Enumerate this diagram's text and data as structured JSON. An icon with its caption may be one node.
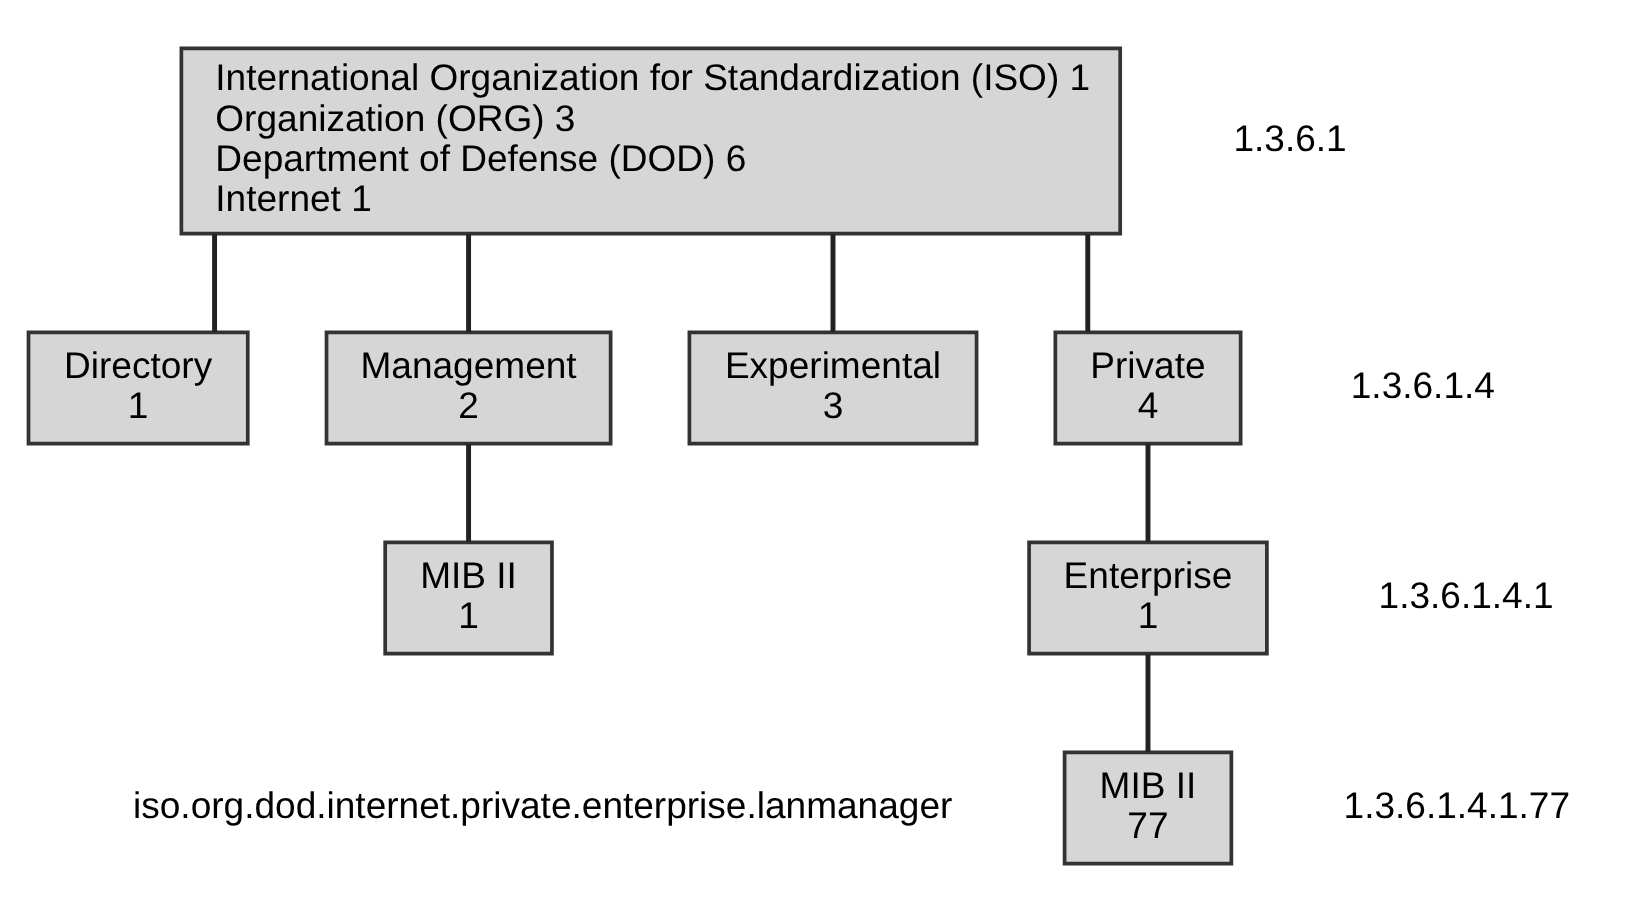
{
  "diagram": {
    "nodes": [
      {
        "text": [
          "International Organization for Standardization (ISO) 1",
          "Organization (ORG) 3",
          "Department of Defense (DOD) 6",
          "Internet 1"
        ],
        "beside": [
          "1.3.6.1"
        ]
      },
      {
        "text": [
          "Directory",
          "1"
        ]
      },
      {
        "text": [
          "Management",
          "2"
        ]
      },
      {
        "text": [
          "Experimental",
          "3"
        ]
      },
      {
        "text": [
          "Private",
          "4"
        ],
        "beside": [
          "1.3.6.1.4"
        ]
      },
      {
        "text": [
          "MIB II",
          "1"
        ]
      },
      {
        "text": [
          "Enterprise",
          "1"
        ],
        "beside": [
          "1.3.6.1.4.1"
        ]
      },
      {
        "text": [
          "MIB II",
          "77"
        ],
        "beside": [
          "iso.org.dod.internet.private.enterprise.lanmanager",
          "1.3.6.1.4.1.77"
        ]
      }
    ],
    "edges": [
      {
        "from": 0,
        "to": 1,
        "arrow": "none"
      },
      {
        "from": 0,
        "to": 2,
        "arrow": "none"
      },
      {
        "from": 0,
        "to": 3,
        "arrow": "none"
      },
      {
        "from": 0,
        "to": 4,
        "arrow": "none"
      },
      {
        "from": 2,
        "to": 5,
        "arrow": "none"
      },
      {
        "from": 4,
        "to": 6,
        "arrow": "none"
      },
      {
        "from": 6,
        "to": 7,
        "arrow": "none"
      }
    ]
  }
}
